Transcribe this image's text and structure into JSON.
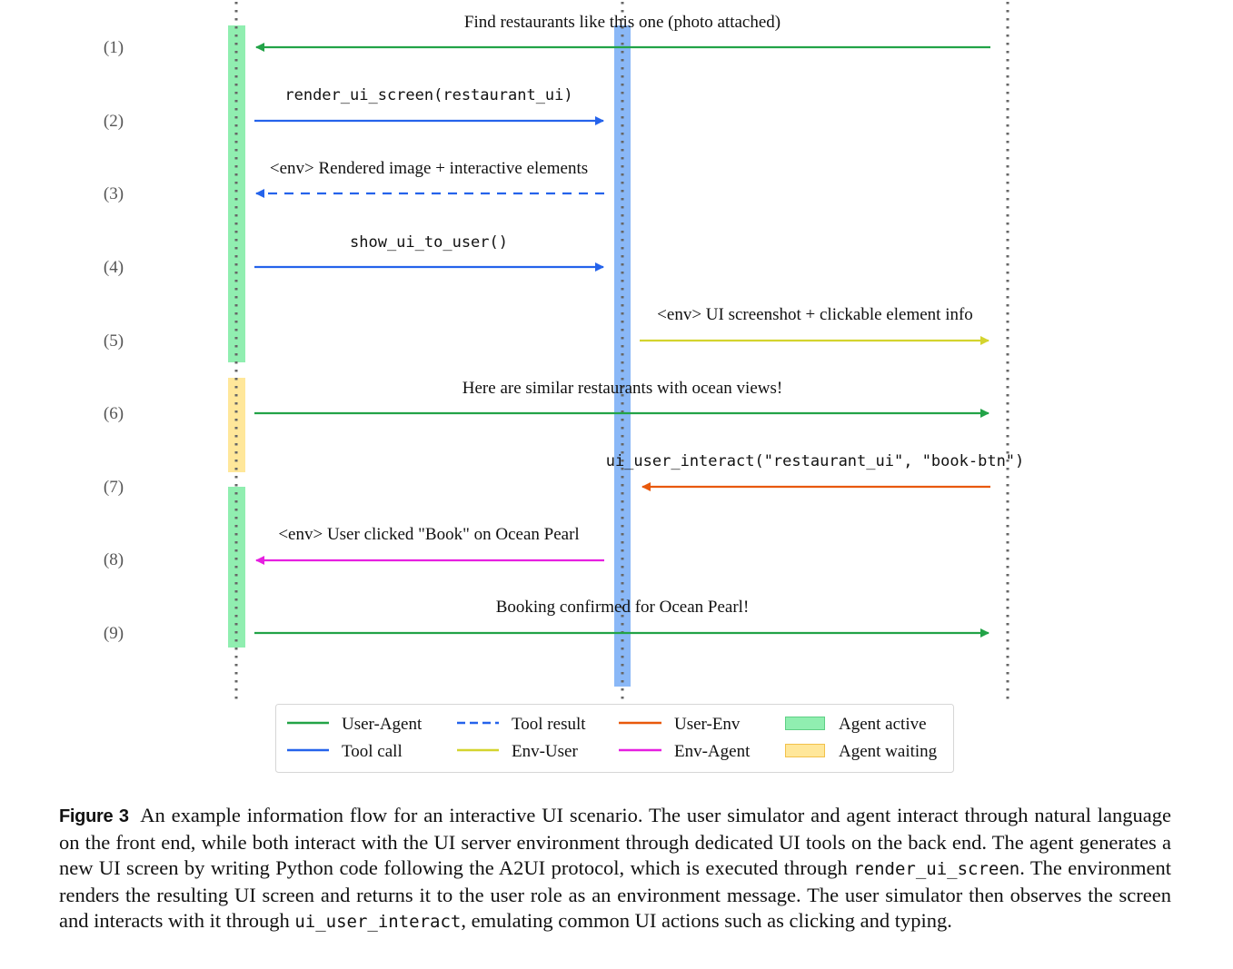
{
  "steps": [
    {
      "num": "(1)",
      "label": "Find restaurants like this one (photo attached)",
      "type": "User-Agent",
      "mono": false
    },
    {
      "num": "(2)",
      "label": "render_ui_screen(restaurant_ui)",
      "type": "Tool call",
      "mono": true
    },
    {
      "num": "(3)",
      "label": "<env> Rendered image + interactive elements",
      "type": "Tool result",
      "mono": false
    },
    {
      "num": "(4)",
      "label": "show_ui_to_user()",
      "type": "Tool call",
      "mono": true
    },
    {
      "num": "(5)",
      "label": "<env> UI screenshot + clickable element info",
      "type": "Env-User",
      "mono": false
    },
    {
      "num": "(6)",
      "label": "Here are similar restaurants with ocean views!",
      "type": "User-Agent",
      "mono": false
    },
    {
      "num": "(7)",
      "label": "ui_user_interact(\"restaurant_ui\", \"book-btn\")",
      "type": "User-Env",
      "mono": true
    },
    {
      "num": "(8)",
      "label": "<env> User clicked \"Book\" on Ocean Pearl",
      "type": "Env-Agent",
      "mono": false
    },
    {
      "num": "(9)",
      "label": "Booking confirmed for Ocean Pearl!",
      "type": "User-Agent",
      "mono": false
    }
  ],
  "legend": [
    {
      "label": "User-Agent",
      "kind": "line",
      "color": "#22a347",
      "dashed": false
    },
    {
      "label": "Tool call",
      "kind": "line",
      "color": "#2563eb",
      "dashed": false
    },
    {
      "label": "Tool result",
      "kind": "line",
      "color": "#2563eb",
      "dashed": true
    },
    {
      "label": "Env-User",
      "kind": "line",
      "color": "#d4d42e",
      "dashed": false
    },
    {
      "label": "User-Env",
      "kind": "line",
      "color": "#e8590c",
      "dashed": false
    },
    {
      "label": "Env-Agent",
      "kind": "line",
      "color": "#e61fe0",
      "dashed": false
    },
    {
      "label": "Agent active",
      "kind": "box",
      "color": "#90eeb0",
      "border": "#5fcf85"
    },
    {
      "label": "Agent waiting",
      "kind": "box",
      "color": "#ffe79a",
      "border": "#f2c14a"
    }
  ],
  "colors": {
    "user_agent": "#22a347",
    "tool": "#2563eb",
    "env_user": "#d4d42e",
    "user_env": "#e8590c",
    "env_agent": "#e61fe0",
    "agent_active": "#90eeb0",
    "agent_waiting": "#ffe79a",
    "env_bar": "#8ab8f7",
    "lifeline": "#666666"
  },
  "caption": {
    "label": "Figure 3",
    "part1": "An example information flow for an interactive UI scenario. The user simulator and agent interact through natural language on the front end, while both interact with the UI server environment through dedicated UI tools on the back end. The agent generates a new UI screen by writing Python code following the A2UI protocol, which is executed through ",
    "code1": "render_ui_screen",
    "part2": ". The environment renders the resulting UI screen and returns it to the user role as an environment message. The user simulator then observes the screen and interacts with it through ",
    "code2": "ui_user_interact",
    "part3": ", emulating common UI actions such as clicking and typing."
  }
}
